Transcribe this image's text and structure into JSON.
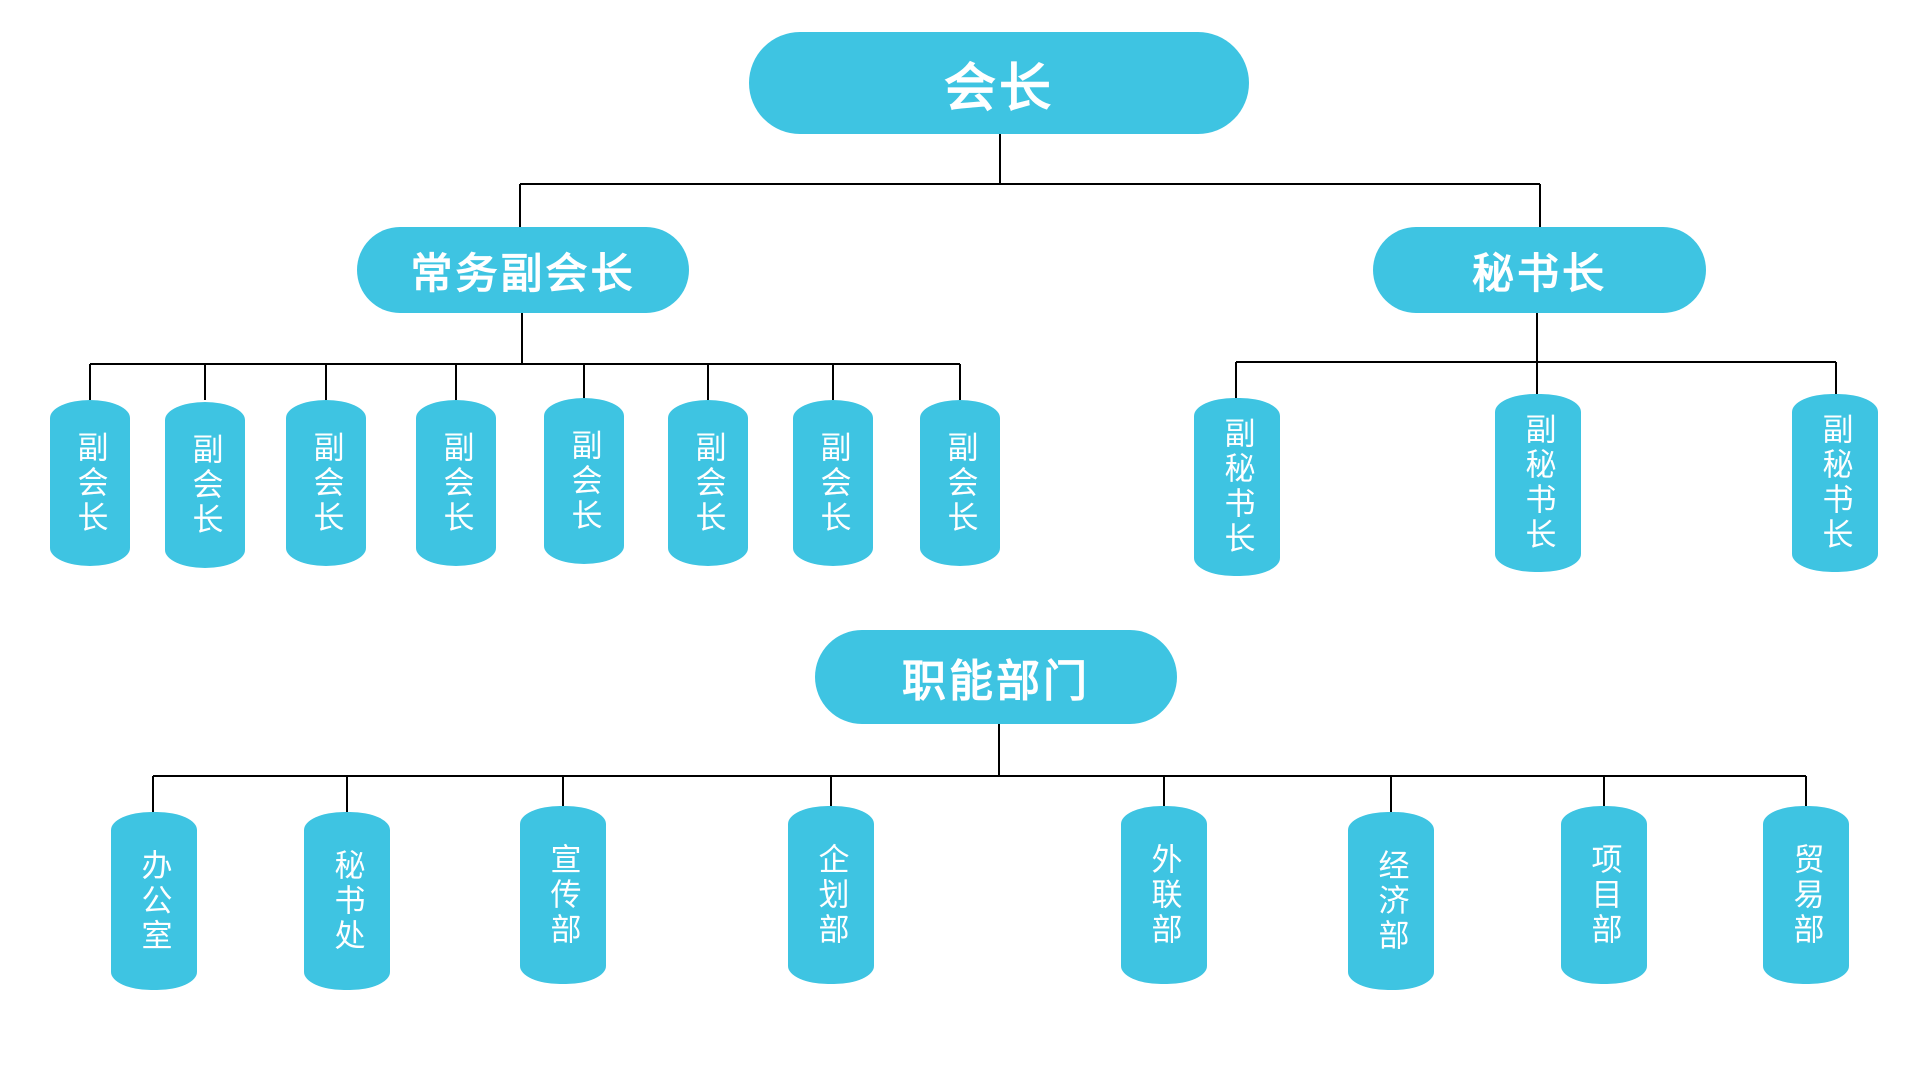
{
  "president": "会长",
  "executive_vp": "常务副会长",
  "secretary_general": "秘书长",
  "vice_presidents": [
    "副会长",
    "副会长",
    "副会长",
    "副会长",
    "副会长",
    "副会长",
    "副会长",
    "副会长"
  ],
  "deputy_secretaries": [
    "副秘书长",
    "副秘书长",
    "副秘书长"
  ],
  "functional_departments": "职能部门",
  "departments": [
    "办公室",
    "秘书处",
    "宣传部",
    "企划部",
    "外联部",
    "经济部",
    "项目部",
    "贸易部"
  ],
  "colors": {
    "node": "#3ec4e2",
    "text": "#ffffff",
    "line": "#000000"
  }
}
